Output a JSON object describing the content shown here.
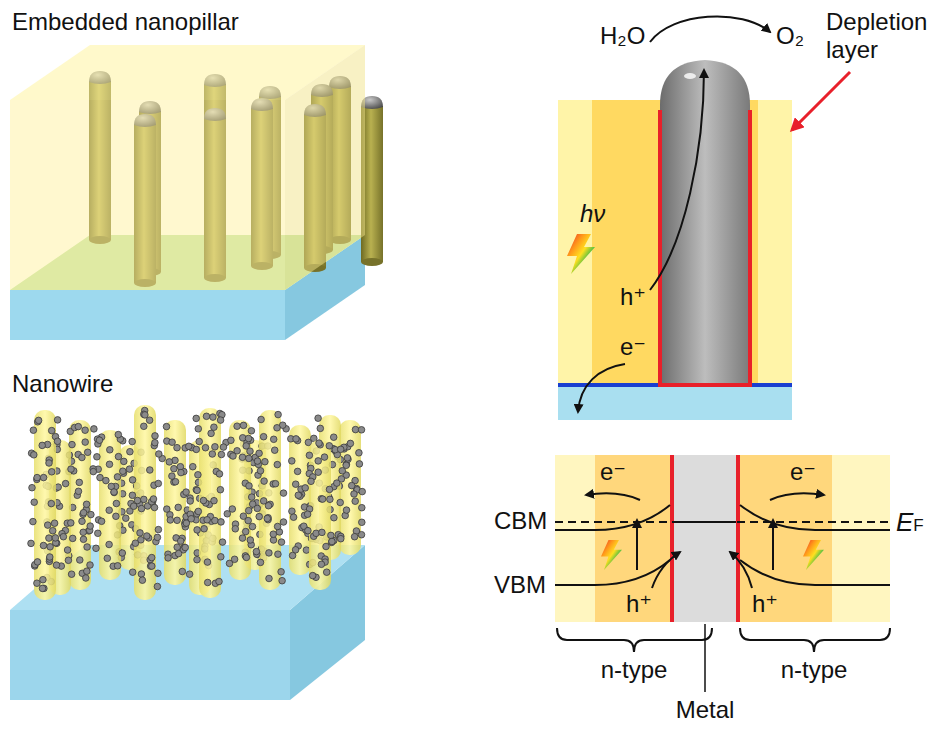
{
  "diagram": {
    "labels": [
      "Embedded nanopillar",
      "Nanowire",
      "H₂O",
      "O₂",
      "Depletion layer",
      "hν",
      "h⁺",
      "e⁻",
      "CBM",
      "VBM",
      "h⁺",
      "h⁺",
      "e⁻",
      "e⁻",
      "EF",
      "n-type",
      "n-type",
      "Metal"
    ]
  }
}
